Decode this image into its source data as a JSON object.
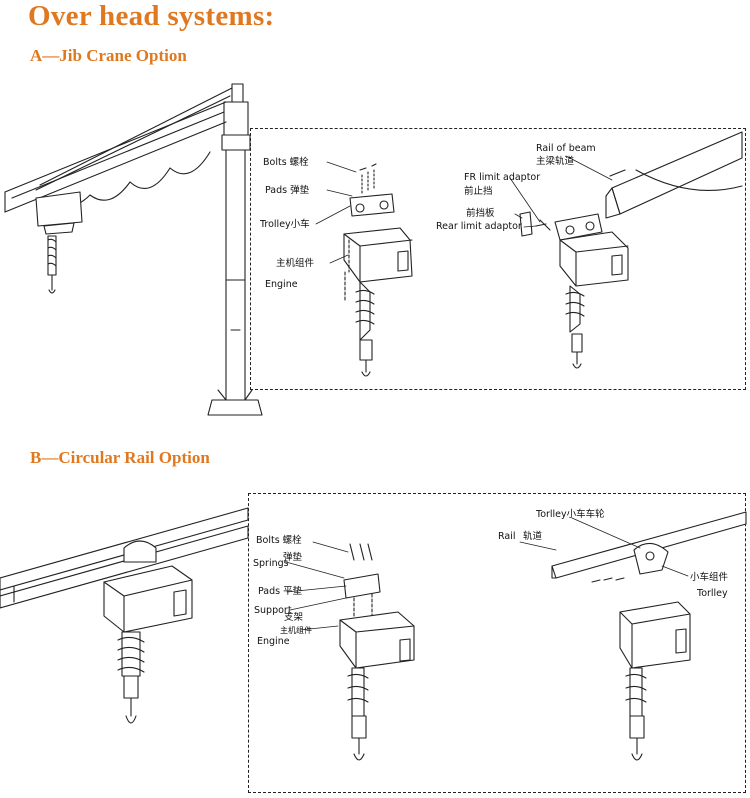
{
  "heading": "Over head systems:",
  "section_a": {
    "title": "A—Jib Crane Option",
    "labels": {
      "bolts": "Bolts 螺栓",
      "pads": "Pads 弹垫",
      "trolley": "Trolley小车",
      "engine_cn": "主机组件",
      "engine": "Engine",
      "rail_of_beam": "Rail of beam",
      "rail_of_beam_cn": "主梁轨道",
      "fr_limit": "FR limit adaptor",
      "fr_limit_cn": "前止挡",
      "rear_limit_cn": "前挡板",
      "rear_limit": "Rear limit adaptor"
    }
  },
  "section_b": {
    "title": "B—Circular Rail Option",
    "labels": {
      "bolts": "Bolts 螺栓",
      "springs": "Springs",
      "springs_cn": "弹垫",
      "pads": "Pads 平垫",
      "support": "Support",
      "support_cn": "支架",
      "engine_cn": "主机组件",
      "engine": "Engine",
      "torlley_top": "Torlley小车车轮",
      "rail": "Rail",
      "rail_cn": "轨道",
      "trolley_cn": "小车组件",
      "torlley": "Torlley"
    }
  },
  "colors": {
    "accent": "#e07820",
    "line": "#222222"
  }
}
